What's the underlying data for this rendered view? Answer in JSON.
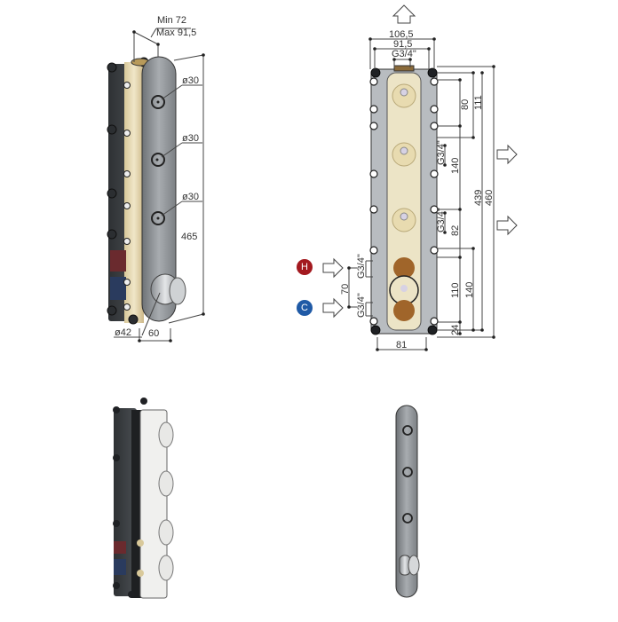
{
  "diagram": {
    "title": "Concealed thermostatic shower valve body - dimensional drawing",
    "views": [
      "side-perspective-with-plate",
      "front-technical-view",
      "perspective-body-only",
      "finishing-plate"
    ],
    "side_view": {
      "depth_range": {
        "min_label": "Min 72",
        "max_label": "Max 91,5"
      },
      "button_diameters": [
        "ø30",
        "ø30",
        "ø30"
      ],
      "plate_height": "465",
      "knob_diameter": "ø42",
      "plate_width": "60"
    },
    "front_view": {
      "top_width_outer": "106,5",
      "top_width_inner": "91,5",
      "top_connection": "G3/4\"",
      "right_dims": {
        "d80": "80",
        "d111": "111",
        "g34_a": "G3/4\"",
        "d140_a": "140",
        "g34_b": "G3/4\"",
        "d82": "82",
        "d110": "110",
        "d140_b": "140",
        "d24": "24",
        "d439": "439",
        "d460": "460"
      },
      "left_dims": {
        "g34_hot": "G3/4\"",
        "d70": "70",
        "g34_cold": "G3/4\""
      },
      "bottom_width": "81"
    },
    "inlets": [
      {
        "label": "H",
        "name": "hot",
        "color": "#a3191f"
      },
      {
        "label": "C",
        "name": "cold",
        "color": "#1f5aa6"
      }
    ],
    "outlets": {
      "count": 3,
      "directions": [
        "up",
        "right",
        "right"
      ]
    },
    "colors": {
      "line": "#444444",
      "body_dark": "#3a3d40",
      "plate": "#8e9296",
      "brass": "#c9b27a",
      "cartridge_brown": "#a0652a"
    }
  }
}
